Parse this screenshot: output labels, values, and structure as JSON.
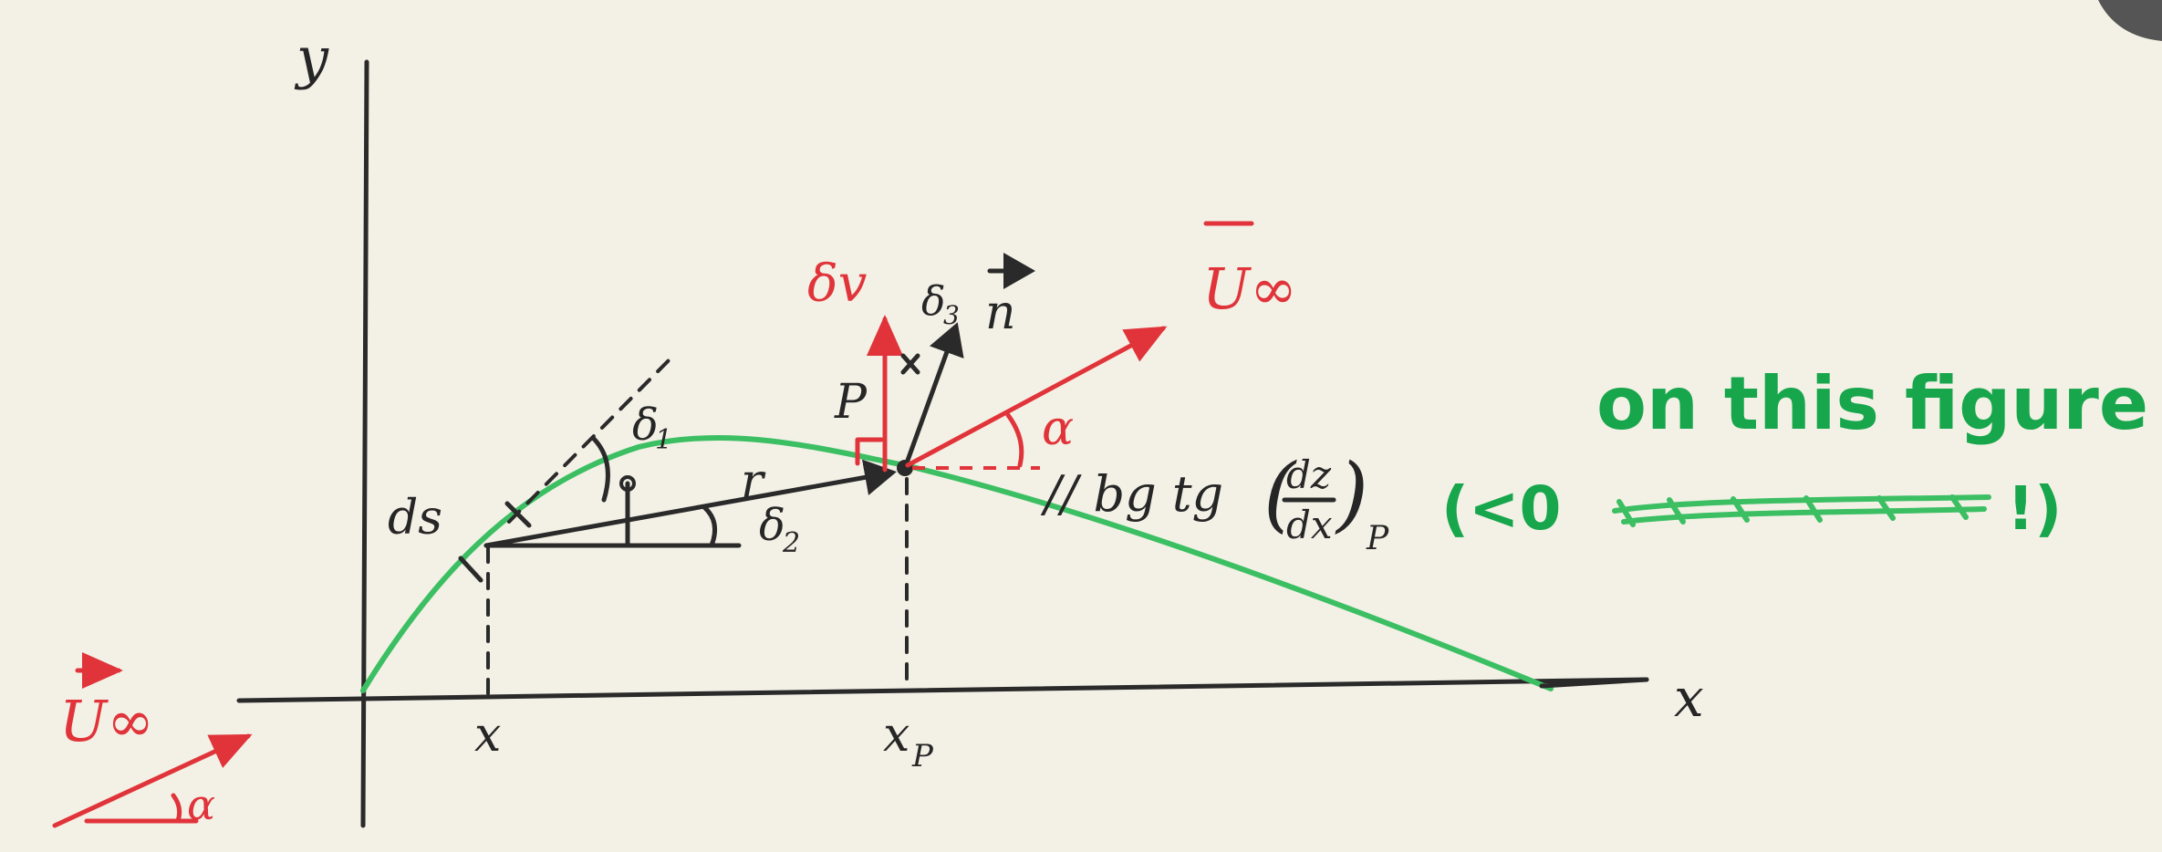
{
  "labels": {
    "y_axis": "y",
    "x_axis": "x",
    "x_point": "x",
    "x_p": "x",
    "x_p_sub": "P",
    "ds": "ds",
    "delta1": "δ",
    "delta1_sub": "1",
    "delta2": "δ",
    "delta2_sub": "2",
    "delta3": "δ",
    "delta3_sub": "3",
    "r": "r",
    "point_P": "P",
    "dv": "δv",
    "n_vec": "n",
    "u_inf_bar": "U∞",
    "u_inf_vec": "U∞",
    "alpha_main": "α",
    "alpha_small": "α",
    "tangent_prefix": "// bg tg",
    "frac_num": "dz",
    "frac_den": "dx",
    "frac_sub": "P",
    "green_lt": "(<0",
    "green_excl": "!)",
    "green_on_this_figure": "on this figure"
  },
  "colors": {
    "ink": "#2a2a2a",
    "red": "#e0343a",
    "green": "#3cbf63",
    "paper": "#f3f1e6"
  }
}
